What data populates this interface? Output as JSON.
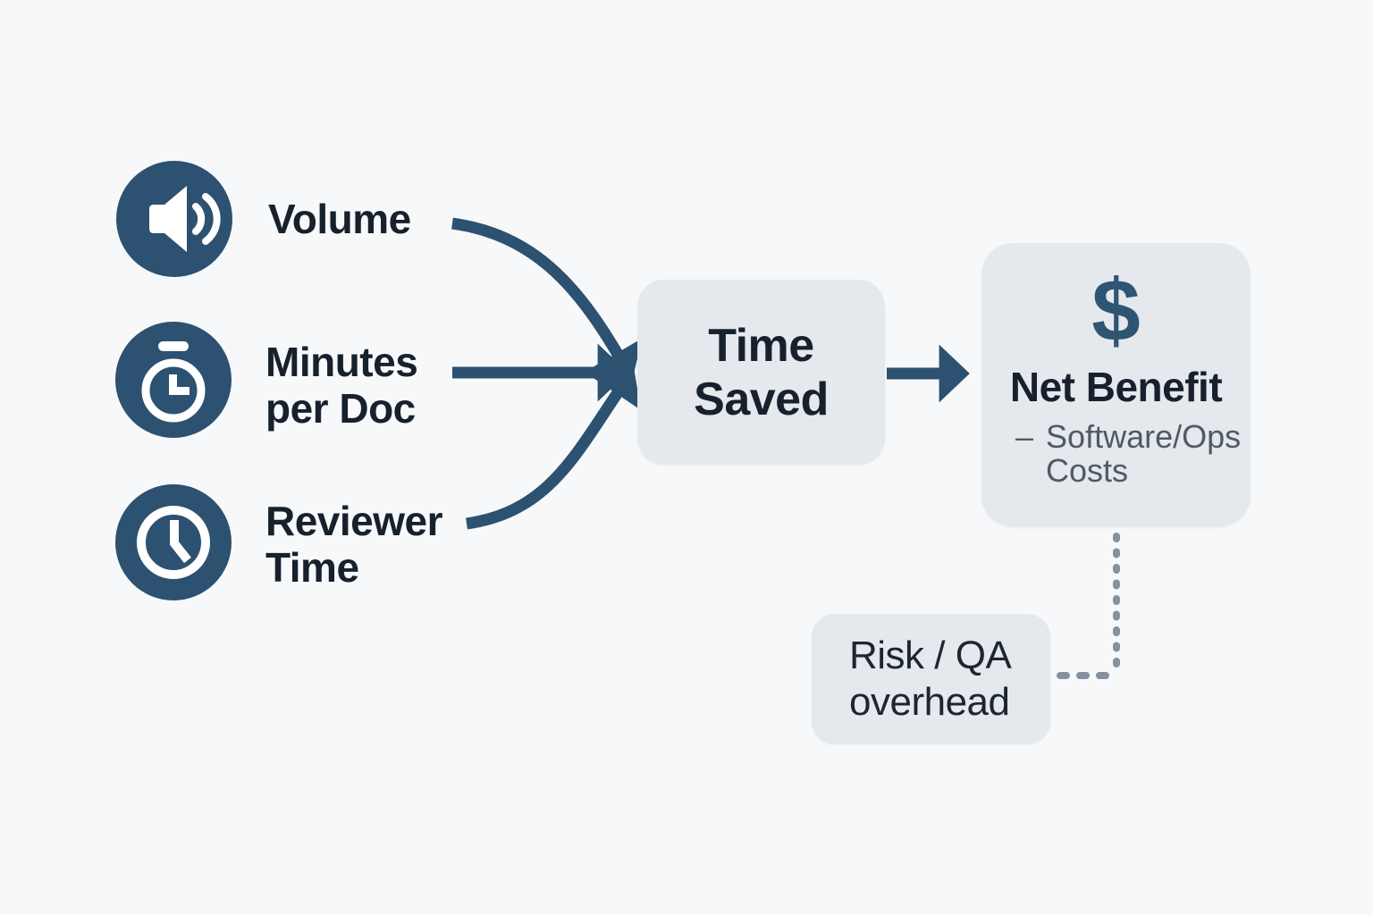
{
  "colors": {
    "accent": "#2d5170",
    "dollar": "#2f5574",
    "box_bg": "#e5e8ec",
    "text_dark": "#17212d",
    "text_gray": "#4e5a66",
    "dotted": "#84919f",
    "background": "#f7f8f9"
  },
  "inputs": [
    {
      "icon": "speaker-icon",
      "line1": "Volume",
      "line2": ""
    },
    {
      "icon": "stopwatch-icon",
      "line1": "Minutes",
      "line2": "per Doc"
    },
    {
      "icon": "clock-icon",
      "line1": "Reviewer",
      "line2": "Time"
    }
  ],
  "process_box": {
    "line1": "Time",
    "line2": "Saved"
  },
  "result_box": {
    "currency_symbol": "$",
    "title": "Net Benefit",
    "deduction_dash": "–",
    "deduction_line1": "Software/Ops",
    "deduction_line2": "Costs"
  },
  "note_box": {
    "line1": "Risk / QA",
    "line2": "overhead"
  }
}
